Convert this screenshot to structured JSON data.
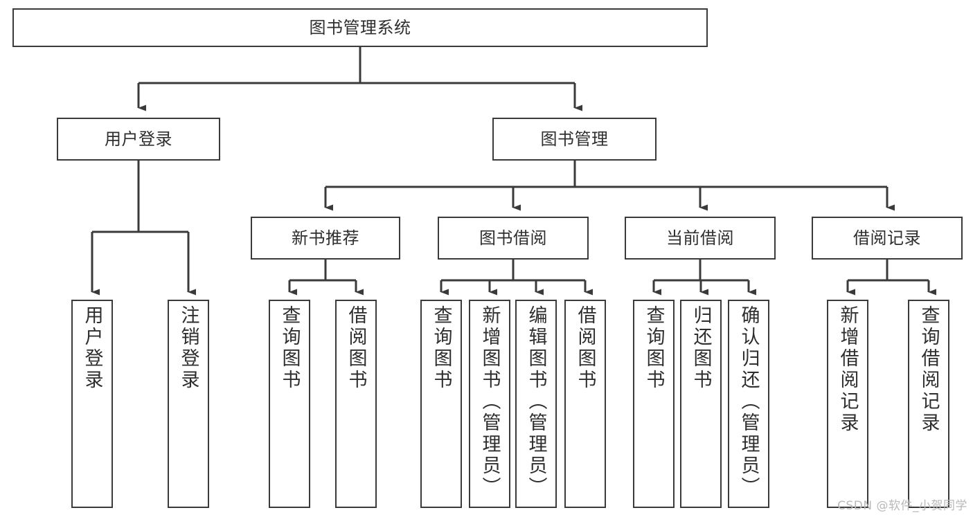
{
  "diagram": {
    "title": "图书管理系统",
    "type": "tree",
    "watermark": "CSDN @软件_小贺同学",
    "colors": {
      "box_border": "#3a3a3a",
      "box_fill": "#ffffff",
      "connector": "#3a3a3a",
      "text": "#2e2e2e",
      "watermark": "#b9b9b9",
      "background": "#ffffff"
    },
    "levels": {
      "root": "图书管理系统",
      "level2": [
        "用户登录",
        "图书管理"
      ],
      "level3": [
        "新书推荐",
        "图书借阅",
        "当前借阅",
        "借阅记录"
      ]
    },
    "nodes": {
      "root": {
        "label": "图书管理系统"
      },
      "user_login": {
        "label": "用户登录"
      },
      "book_manage": {
        "label": "图书管理"
      },
      "new_book_rec": {
        "label": "新书推荐"
      },
      "book_borrow": {
        "label": "图书借阅"
      },
      "current_borrow": {
        "label": "当前借阅"
      },
      "borrow_record": {
        "label": "借阅记录"
      },
      "leaf_user_login": {
        "label": "用户登录"
      },
      "leaf_logout": {
        "label": "注销登录"
      },
      "leaf_query_book_1": {
        "label": "查询图书"
      },
      "leaf_borrow_book_1": {
        "label": "借阅图书"
      },
      "leaf_query_book_2": {
        "label": "查询图书"
      },
      "leaf_add_book": {
        "label": "新增图书（管理员）"
      },
      "leaf_edit_book": {
        "label": "编辑图书（管理员）"
      },
      "leaf_borrow_book_2": {
        "label": "借阅图书"
      },
      "leaf_query_book_3": {
        "label": "查询图书"
      },
      "leaf_return_book": {
        "label": "归还图书"
      },
      "leaf_confirm_return": {
        "label": "确认归还（管理员）"
      },
      "leaf_add_record": {
        "label": "新增借阅记录"
      },
      "leaf_query_record": {
        "label": "查询借阅记录"
      }
    },
    "edges": [
      {
        "from": "root",
        "to": "user_login"
      },
      {
        "from": "root",
        "to": "book_manage"
      },
      {
        "from": "user_login",
        "to": "leaf_user_login"
      },
      {
        "from": "user_login",
        "to": "leaf_logout"
      },
      {
        "from": "book_manage",
        "to": "new_book_rec"
      },
      {
        "from": "book_manage",
        "to": "book_borrow"
      },
      {
        "from": "book_manage",
        "to": "current_borrow"
      },
      {
        "from": "book_manage",
        "to": "borrow_record"
      },
      {
        "from": "new_book_rec",
        "to": "leaf_query_book_1"
      },
      {
        "from": "new_book_rec",
        "to": "leaf_borrow_book_1"
      },
      {
        "from": "book_borrow",
        "to": "leaf_query_book_2"
      },
      {
        "from": "book_borrow",
        "to": "leaf_add_book"
      },
      {
        "from": "book_borrow",
        "to": "leaf_edit_book"
      },
      {
        "from": "book_borrow",
        "to": "leaf_borrow_book_2"
      },
      {
        "from": "current_borrow",
        "to": "leaf_query_book_3"
      },
      {
        "from": "current_borrow",
        "to": "leaf_return_book"
      },
      {
        "from": "current_borrow",
        "to": "leaf_confirm_return"
      },
      {
        "from": "borrow_record",
        "to": "leaf_add_record"
      },
      {
        "from": "borrow_record",
        "to": "leaf_query_record"
      }
    ]
  }
}
